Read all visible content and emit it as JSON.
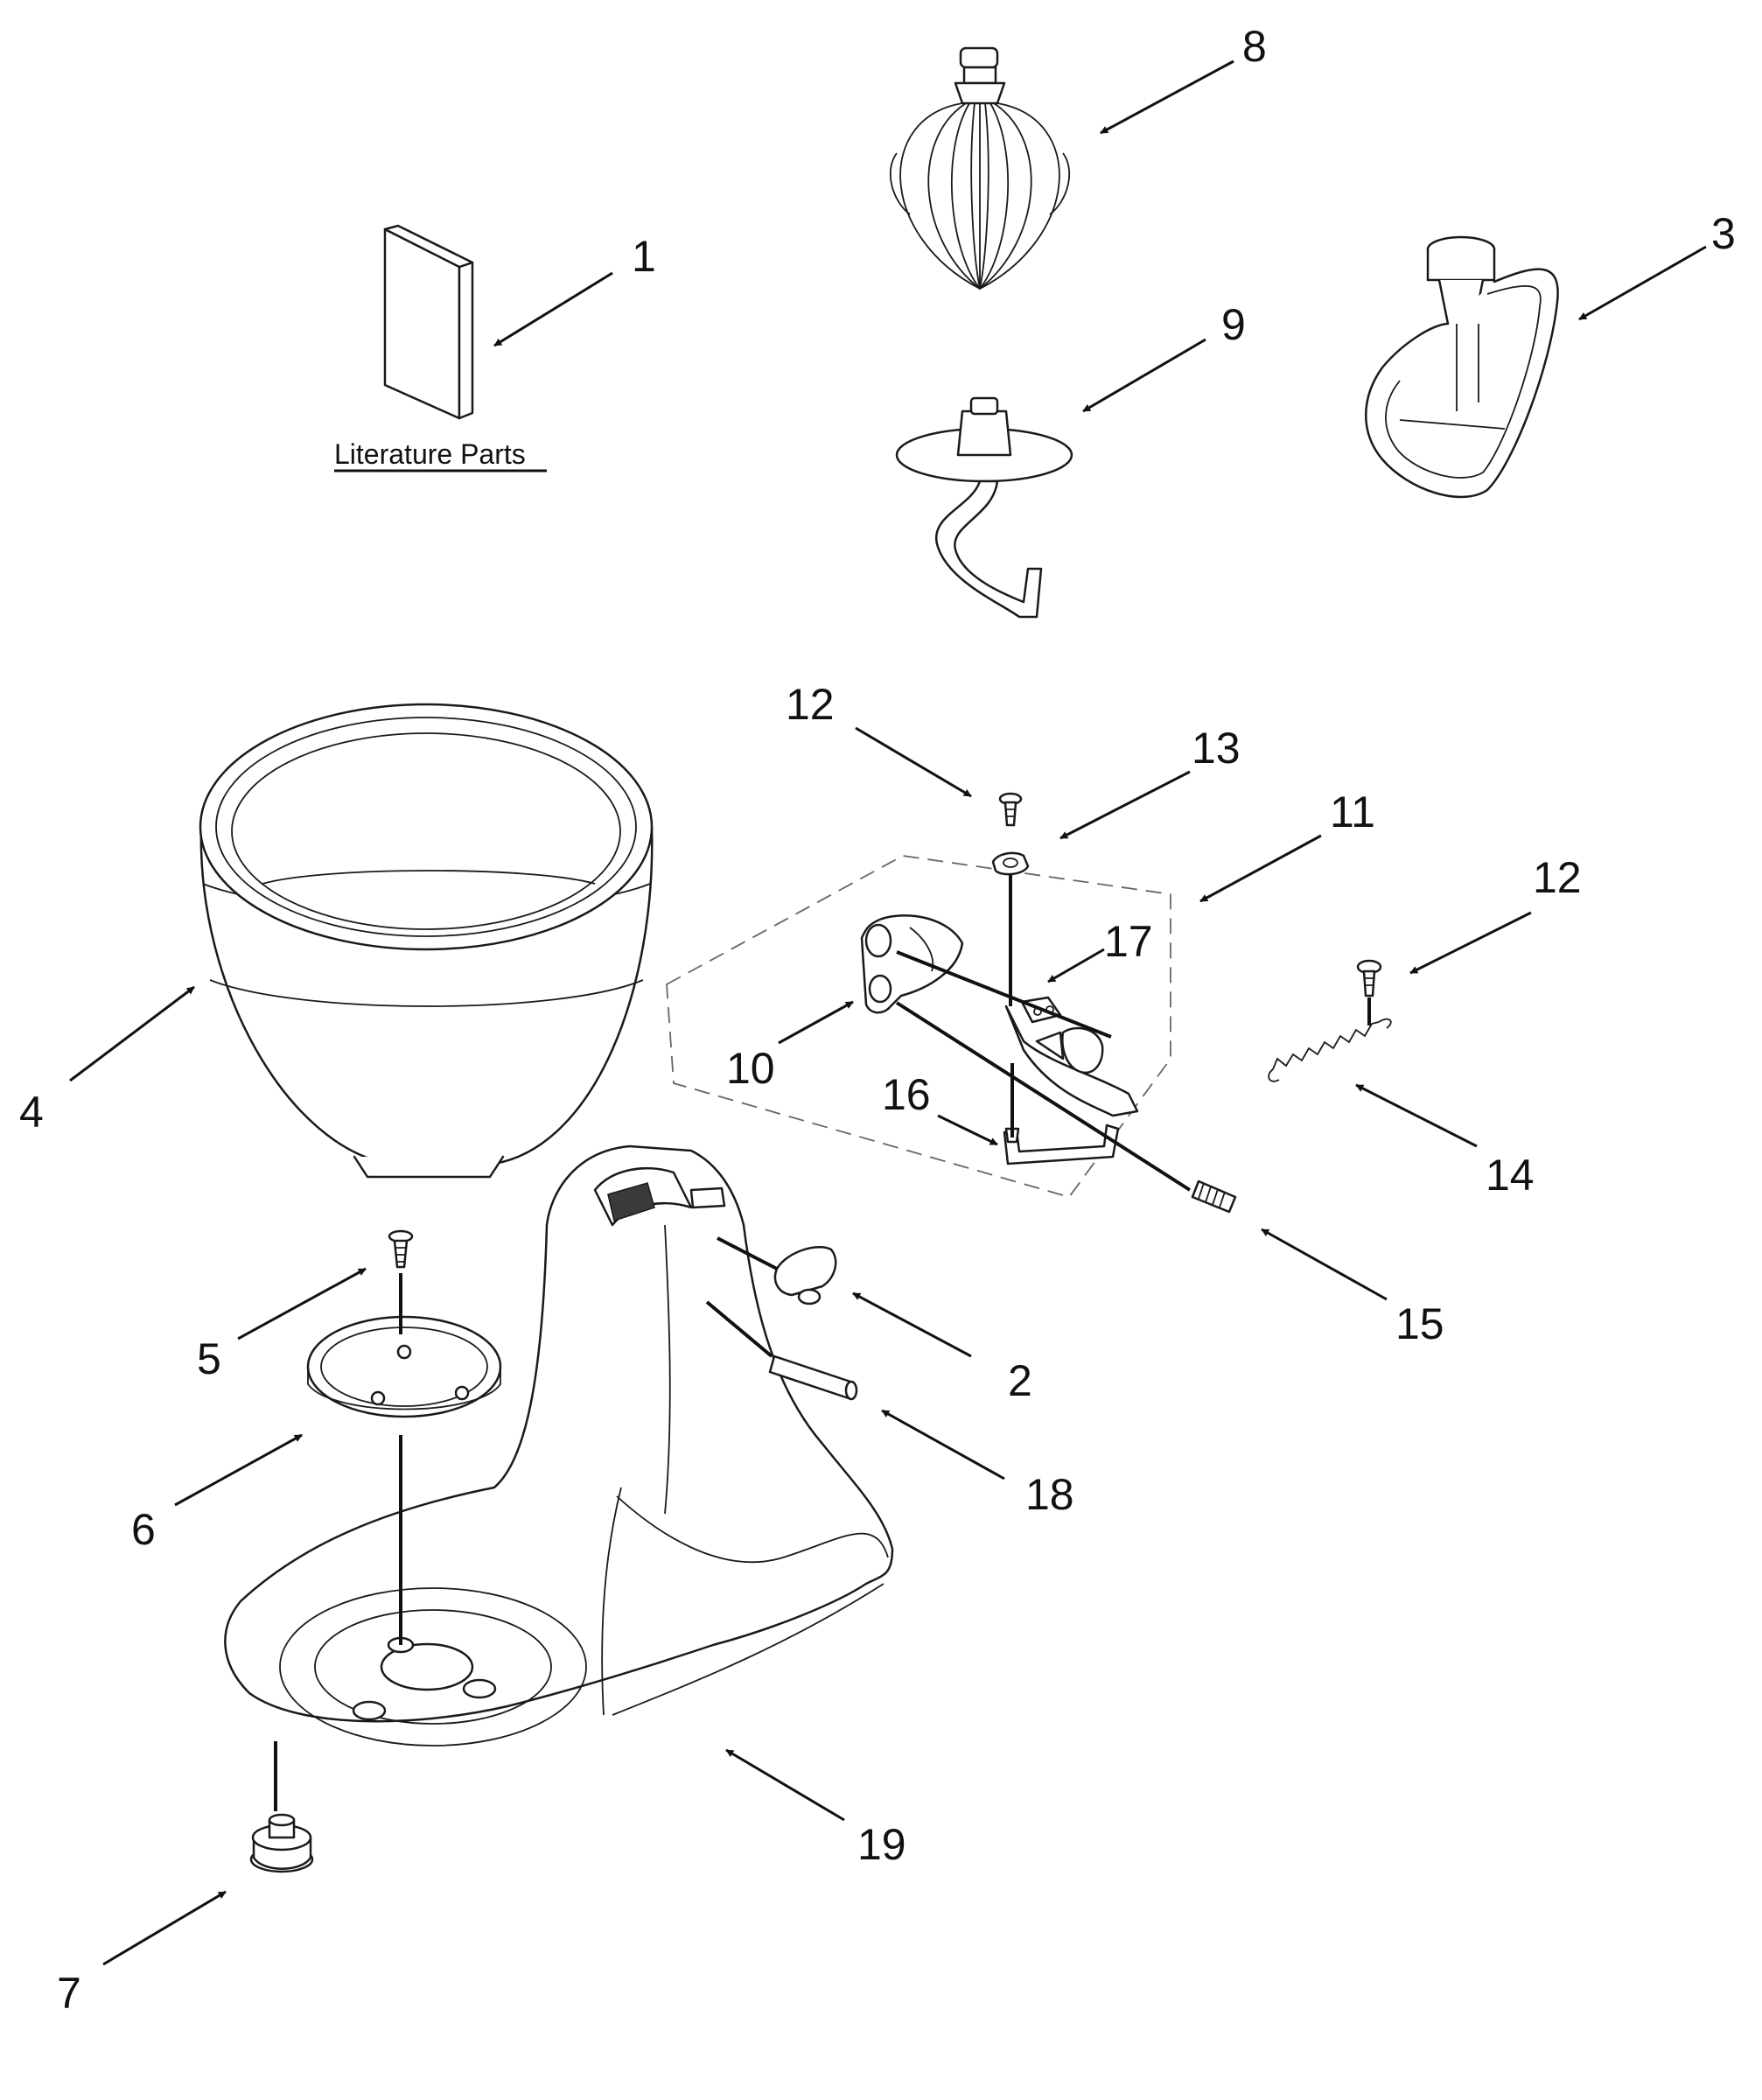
{
  "literature_label": "Literature Parts",
  "callouts": {
    "c1": "1",
    "c2": "2",
    "c3": "3",
    "c4": "4",
    "c5": "5",
    "c6": "6",
    "c7": "7",
    "c8": "8",
    "c9": "9",
    "c10": "10",
    "c11": "11",
    "c12a": "12",
    "c12b": "12",
    "c13": "13",
    "c14": "14",
    "c15": "15",
    "c16": "16",
    "c17": "17",
    "c18": "18",
    "c19": "19"
  }
}
